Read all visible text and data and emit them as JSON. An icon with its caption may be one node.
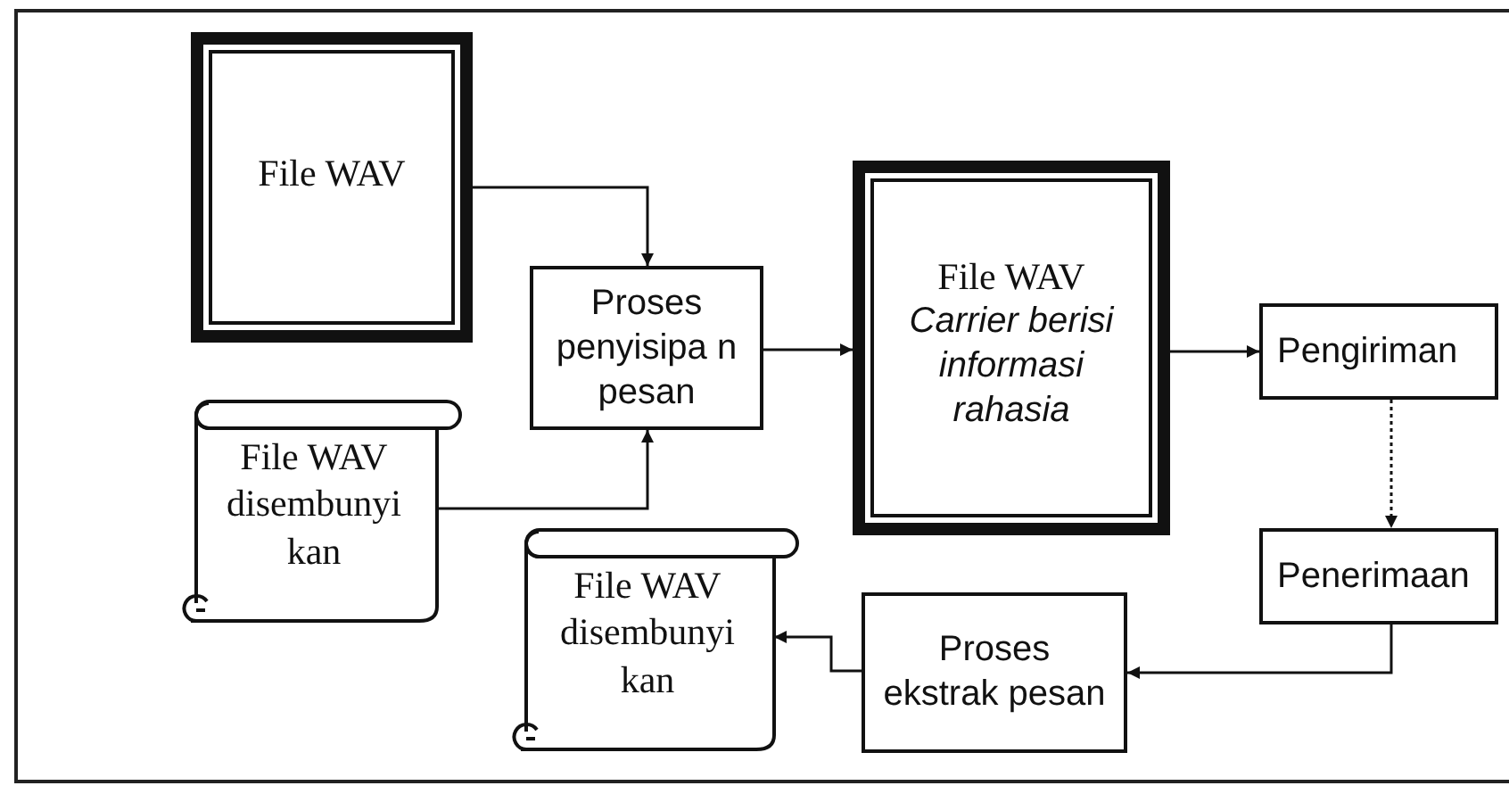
{
  "diagram": {
    "nodes": [
      {
        "text": [
          "File WAV"
        ]
      },
      {
        "text": [
          "File WAV disembunyi kan"
        ]
      },
      {
        "text": [
          "Proses penyisipa n pesan"
        ]
      },
      {
        "text": [
          "File WAV",
          "Carrier berisi informasi rahasia"
        ]
      },
      {
        "text": [
          "Pengiriman"
        ]
      },
      {
        "text": [
          "Penerimaan"
        ]
      },
      {
        "text": [
          "Proses ekstrak pesan"
        ]
      },
      {
        "text": [
          "File WAV disembunyi kan"
        ]
      }
    ],
    "edges": [
      {
        "from": 0,
        "to": 2,
        "arrow": "to"
      },
      {
        "from": 1,
        "to": 2,
        "arrow": "to"
      },
      {
        "from": 2,
        "to": 3,
        "arrow": "to"
      },
      {
        "from": 3,
        "to": 4,
        "arrow": "to"
      },
      {
        "from": 4,
        "to": 5,
        "arrow": "to",
        "style": "dashed"
      },
      {
        "from": 5,
        "to": 6,
        "arrow": "to"
      },
      {
        "from": 6,
        "to": 7,
        "arrow": "to"
      }
    ]
  }
}
